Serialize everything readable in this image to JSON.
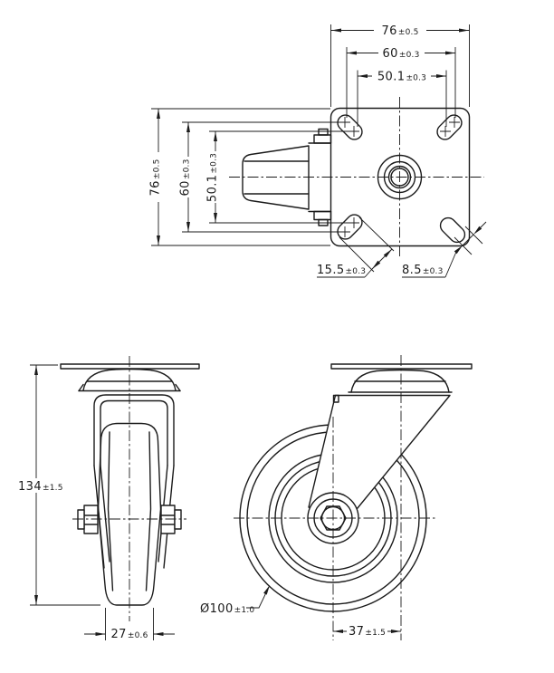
{
  "drawing": {
    "type": "technical-drawing",
    "subject": "swivel caster with top mounting plate",
    "colors": {
      "background": "#ffffff",
      "line": "#1b1b1b"
    }
  },
  "dims": {
    "top_w76": {
      "v": "76",
      "t": "±0.5"
    },
    "top_w60": {
      "v": "60",
      "t": "±0.3"
    },
    "top_w50": {
      "v": "50.1",
      "t": "±0.3"
    },
    "top_h76": {
      "v": "76",
      "t": "±0.5"
    },
    "top_h60": {
      "v": "60",
      "t": "±0.3"
    },
    "top_h50": {
      "v": "50.1",
      "t": "±0.3"
    },
    "slot_len": {
      "v": "15.5",
      "t": "±0.3"
    },
    "slot_w": {
      "v": "8.5",
      "t": "±0.3"
    },
    "height134": {
      "v": "134",
      "t": "±1.5"
    },
    "tread27": {
      "v": "27",
      "t": "±0.6"
    },
    "dia100": {
      "v": "Ø100",
      "t": "±1.0"
    },
    "offset37": {
      "v": "37",
      "t": "±1.5"
    }
  }
}
